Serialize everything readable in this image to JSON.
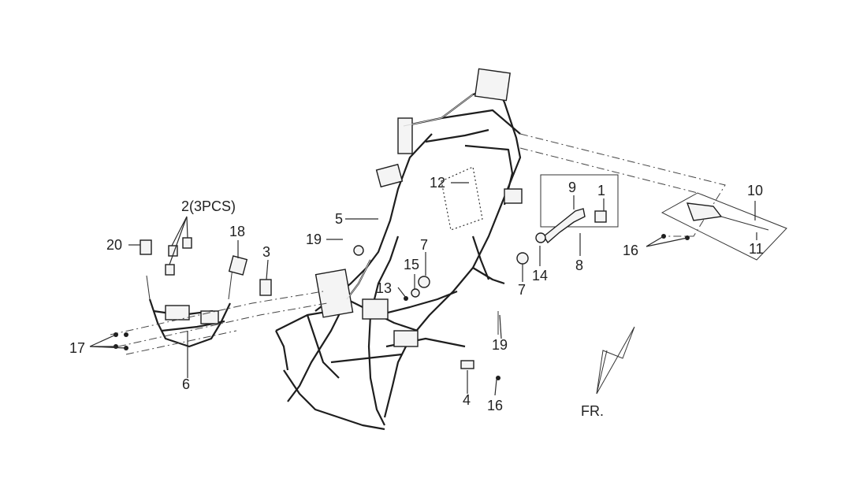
{
  "callouts": {
    "c1": "1",
    "c2": "2(3PCS)",
    "c3": "3",
    "c4": "4",
    "c5": "5",
    "c6": "6",
    "c7a": "7",
    "c7b": "7",
    "c8": "8",
    "c9": "9",
    "c10": "10",
    "c11": "11",
    "c12": "12",
    "c13": "13",
    "c14": "14",
    "c15": "15",
    "c16a": "16",
    "c16b": "16",
    "c17": "17",
    "c18": "18",
    "c19a": "19",
    "c19b": "19",
    "c20": "20"
  },
  "direction": {
    "label": "FR."
  }
}
